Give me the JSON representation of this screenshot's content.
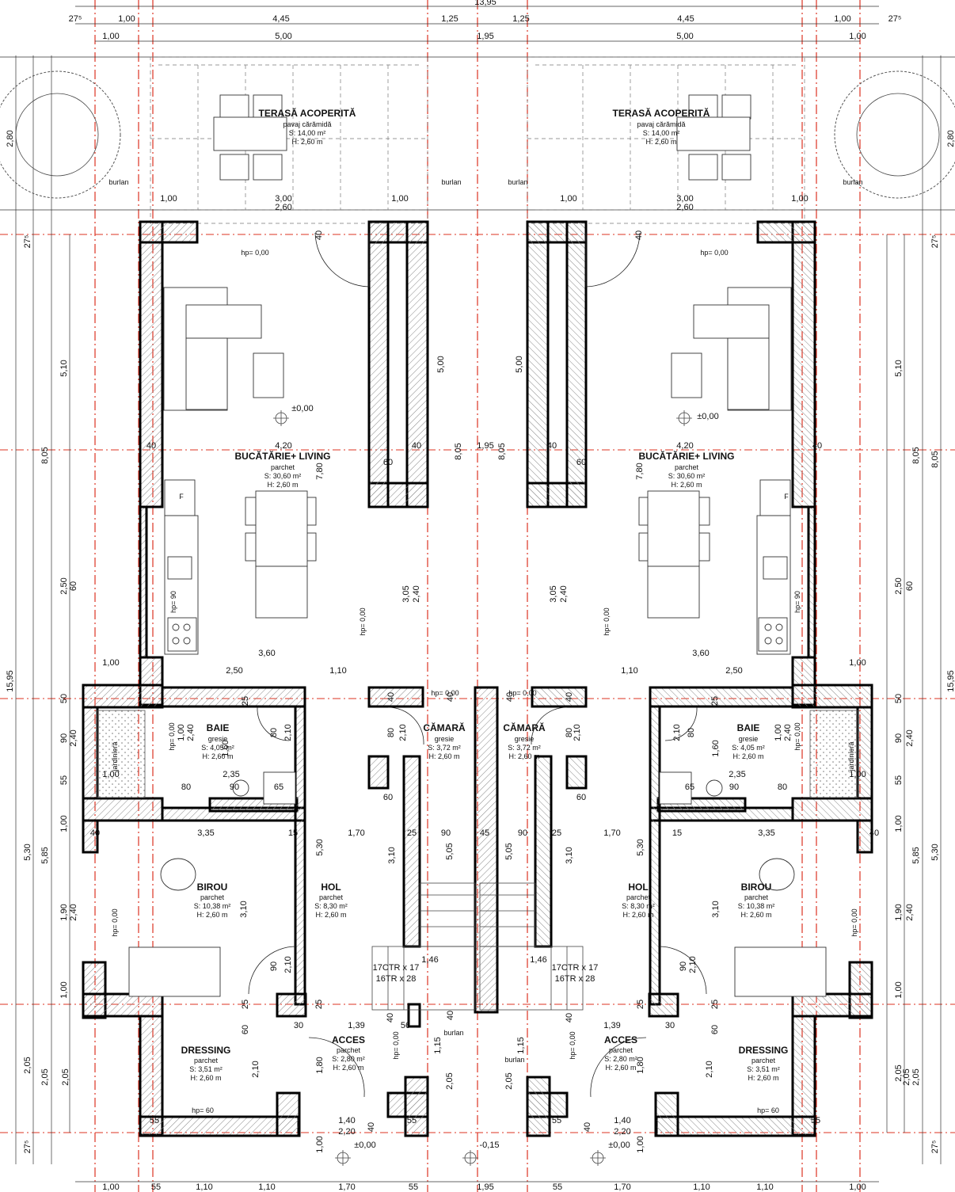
{
  "overall_width": "13,95",
  "top_dims_row1": [
    "27⁵",
    "1,00",
    "4,45",
    "1,25",
    "1,25",
    "4,45",
    "1,00",
    "27⁵"
  ],
  "top_dims_row2": [
    "1,00",
    "5,00",
    "1,95",
    "5,00",
    "1,00"
  ],
  "bottom_dims": [
    "1,00",
    "55",
    "1,10",
    "1,10",
    "1,70",
    "55",
    "1,95",
    "55",
    "1,70",
    "1,10",
    "1,10",
    "1,00"
  ],
  "left_dims": [
    "2,80",
    "27⁵",
    "5,10",
    "8,05",
    "2,50",
    "60",
    "15,95",
    "50",
    "90",
    "2,40",
    "55",
    "1,00",
    "5,30",
    "5,85",
    "1,90",
    "2,40",
    "1,00",
    "2,05",
    "2,05",
    "27⁵"
  ],
  "rooms": {
    "terrace": {
      "name": "TERASĂ ACOPERITĂ",
      "finish": "pavaj cărămidă",
      "area": "S: 14,00 m²",
      "height": "H: 2,60 m"
    },
    "living": {
      "name": "BUCĂTĂRIE+ LIVING",
      "finish": "parchet",
      "area": "S: 30,60 m²",
      "height": "H: 2,60 m"
    },
    "bath": {
      "name": "BAIE",
      "finish": "gresie",
      "area": "S: 4,05 m²",
      "height": "H: 2,60 m"
    },
    "pantry": {
      "name": "CĂMARĂ",
      "finish": "gresie",
      "area": "S: 3,72 m²",
      "height": "H: 2,60 m"
    },
    "office": {
      "name": "BIROU",
      "finish": "parchet",
      "area": "S: 10,38 m²",
      "height": "H: 2,60 m"
    },
    "hall": {
      "name": "HOL",
      "finish": "parchet",
      "area": "S: 8,30 m²",
      "height": "H: 2,60 m"
    },
    "dressing": {
      "name": "DRESSING",
      "finish": "parchet",
      "area": "S: 3,51 m²",
      "height": "H: 2,60 m"
    },
    "access": {
      "name": "ACCES",
      "finish": "parchet",
      "area": "S: 2,80 m²",
      "height": "H: 2,60 m"
    }
  },
  "labels": {
    "burlan": "burlan",
    "jardiniera": "jardinieră",
    "hp0": "hp= 0,00",
    "hp60": "hp= 60",
    "hp90": "hp= 90",
    "level0": "±0,00",
    "level_neg": "-0,15",
    "stairs1": "17CTR x 17",
    "stairs2": "16TR x 28",
    "fridge": "F"
  },
  "inner_dims": {
    "d_420": "4,20",
    "d_360": "3,60",
    "d_250": "2,50",
    "d_110": "1,10",
    "d_100": "1,00",
    "d_300": "3,00",
    "d_260": "2,60",
    "d_335": "3,35",
    "d_170": "1,70",
    "d_139": "1,39",
    "d_146": "1,46",
    "d_140": "1,40",
    "d_220": "2,20",
    "d_235": "2,35",
    "d_500": "5,00",
    "d_780": "7,80",
    "d_805": "8,05",
    "d_305": "3,05",
    "d_240": "2,40",
    "d_505": "5,05",
    "d_310": "3,10",
    "d_530": "5,30",
    "d_205": "2,05",
    "d_180": "1,80",
    "d_210": "2,10",
    "d_115": "1,15",
    "d_195": "1,95",
    "d_40": "40",
    "d_60": "60",
    "d_90": "90",
    "d_25": "25",
    "d_15": "15",
    "d_45": "45",
    "d_80": "80",
    "d_65": "65",
    "d_56": "56",
    "d_30": "30",
    "d_50": "50",
    "d_55": "55",
    "d_160": "1,60"
  },
  "colors": {
    "wall": "#000000",
    "grid": "#dd3322",
    "paper": "#ffffff"
  }
}
